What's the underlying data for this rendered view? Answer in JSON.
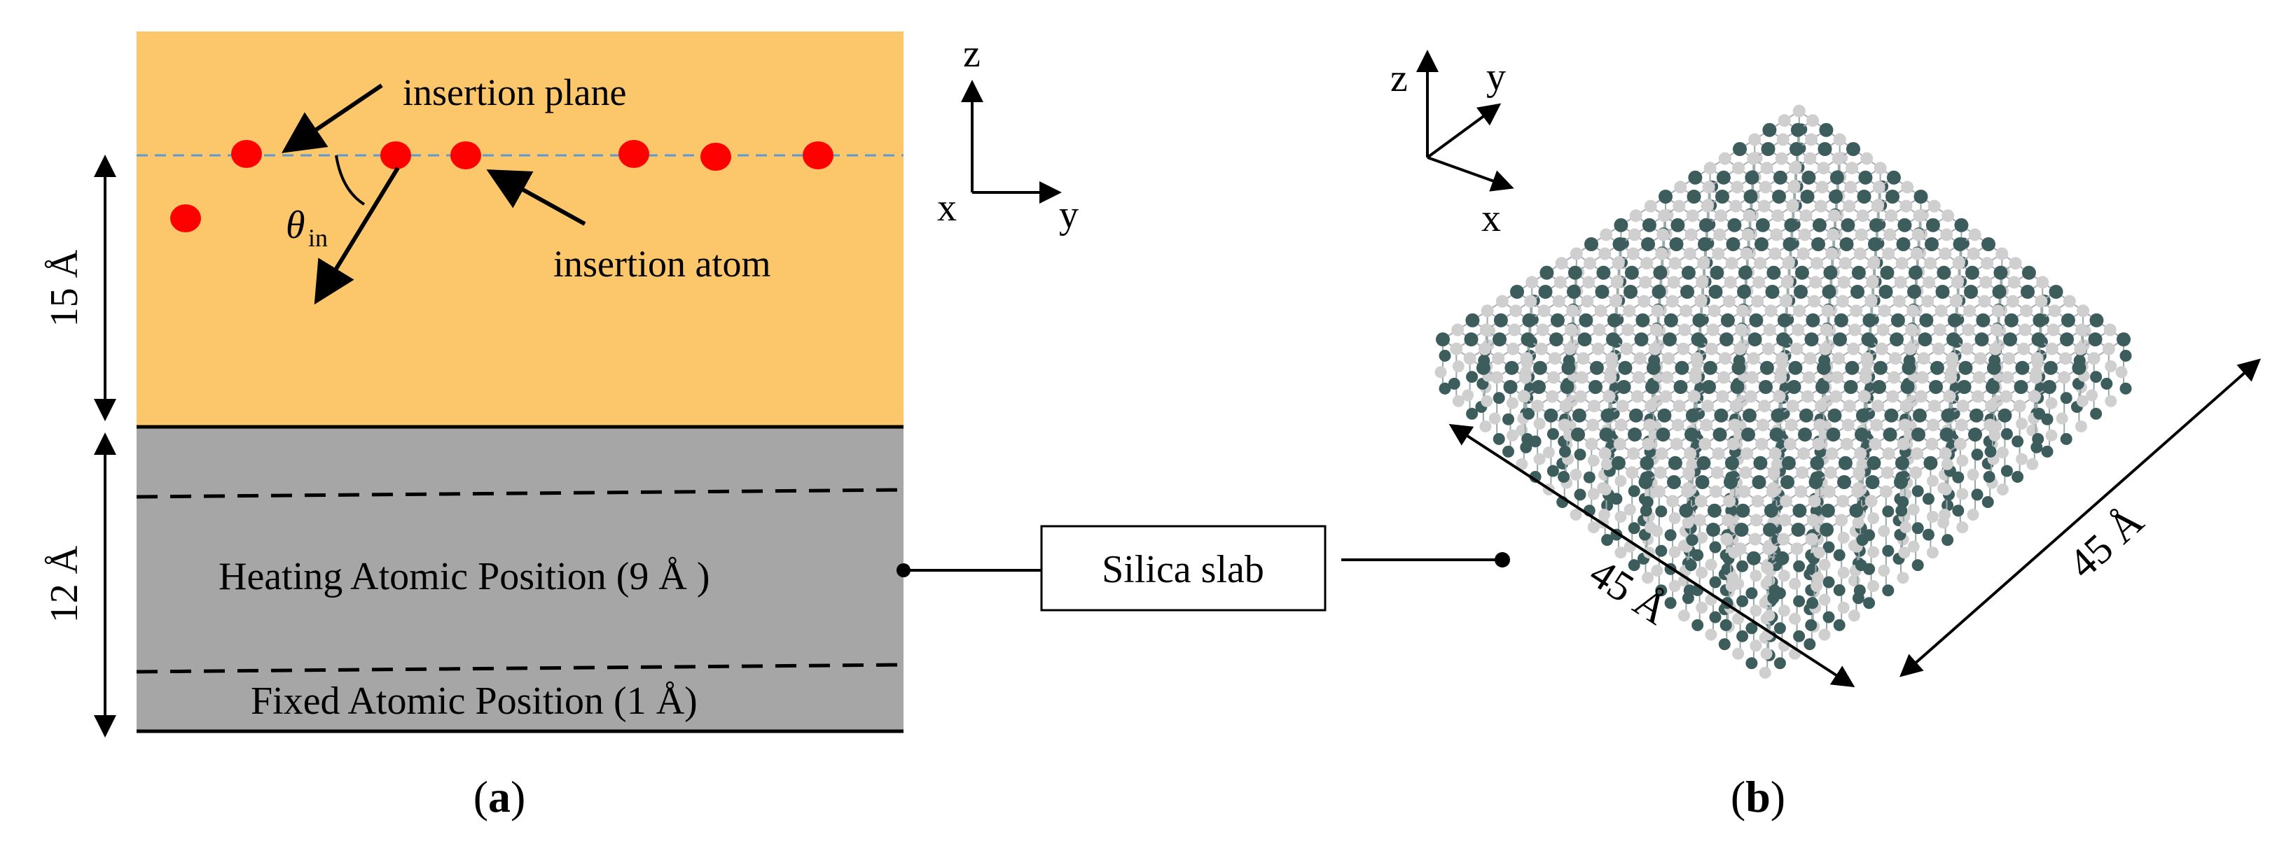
{
  "panel_a": {
    "label_open": "(",
    "label_letter": "a",
    "label_close": ")",
    "insertion_plane_label": "insertion plane",
    "insertion_atom_label": "insertion atom",
    "theta_symbol": "θ",
    "theta_subscript": "in",
    "dim_top_label": "15 Å",
    "dim_bottom_label": "12 Å",
    "heating_label": "Heating Atomic Position (9 Å )",
    "fixed_label": "Fixed Atomic Position (1 Å)",
    "axes": {
      "z": "z",
      "x": "x",
      "y": "y"
    }
  },
  "silica_slab_label": "Silica slab",
  "panel_b": {
    "label_open": "(",
    "label_letter": "b",
    "label_close": ")",
    "axes": {
      "z": "z",
      "x": "x",
      "y": "y"
    },
    "dim_left_label": "45 Å",
    "dim_right_label": "45 Å"
  },
  "colors": {
    "vacuum_region": "#fcc66b",
    "slab_region": "#a6a6a6",
    "atom_red": "#ff0000",
    "insertion_plane_line": "#5b9bd5",
    "atom_dark": "#3d5c5c",
    "atom_light": "#cfcfcf"
  },
  "icons": {
    "lattice": "silica-lattice-illustration"
  }
}
